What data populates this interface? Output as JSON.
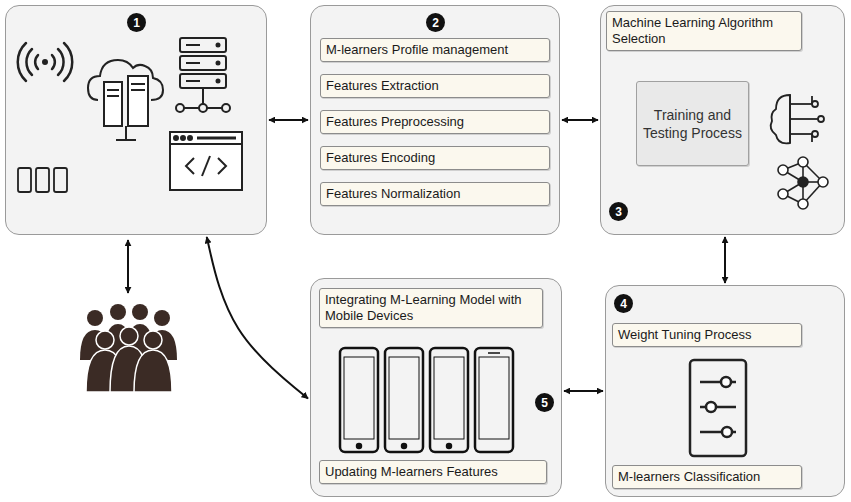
{
  "diagram": {
    "nodes": [
      {
        "text": [
          "1"
        ]
      },
      {
        "text": [
          "2"
        ]
      },
      {
        "text": [
          "M-learners Profile management"
        ],
        "in": 1
      },
      {
        "text": [
          "Features Extraction"
        ],
        "in": 1
      },
      {
        "text": [
          "Features Preprocessing"
        ],
        "in": 1
      },
      {
        "text": [
          "Features Encoding"
        ],
        "in": 1
      },
      {
        "text": [
          "Features Normalization"
        ],
        "in": 1
      },
      {
        "text": [
          "3"
        ]
      },
      {
        "text": [
          "Machine Learning Algorithm Selection"
        ],
        "in": 7
      },
      {
        "text": [
          "Training and Testing Process"
        ],
        "in": 7
      },
      {
        "text": [
          "5"
        ]
      },
      {
        "text": [
          "Integrating M-Learning Model with Mobile Devices"
        ],
        "in": 10
      },
      {
        "text": [
          "Updating M-learners Features"
        ],
        "in": 10
      },
      {
        "text": [
          "4"
        ]
      },
      {
        "text": [
          "Weight Tuning Process"
        ],
        "in": 13
      },
      {
        "text": [
          "M-learners Classification"
        ],
        "in": 13
      }
    ],
    "edges": [
      {
        "from": 0,
        "to": 1,
        "arrow": "both"
      },
      {
        "from": 1,
        "to": 7,
        "arrow": "both"
      },
      {
        "from": 7,
        "to": 13,
        "arrow": "both"
      },
      {
        "from": 13,
        "to": 10,
        "arrow": "both"
      },
      {
        "from": 0,
        "to": 10,
        "arrow": "both"
      }
    ]
  }
}
